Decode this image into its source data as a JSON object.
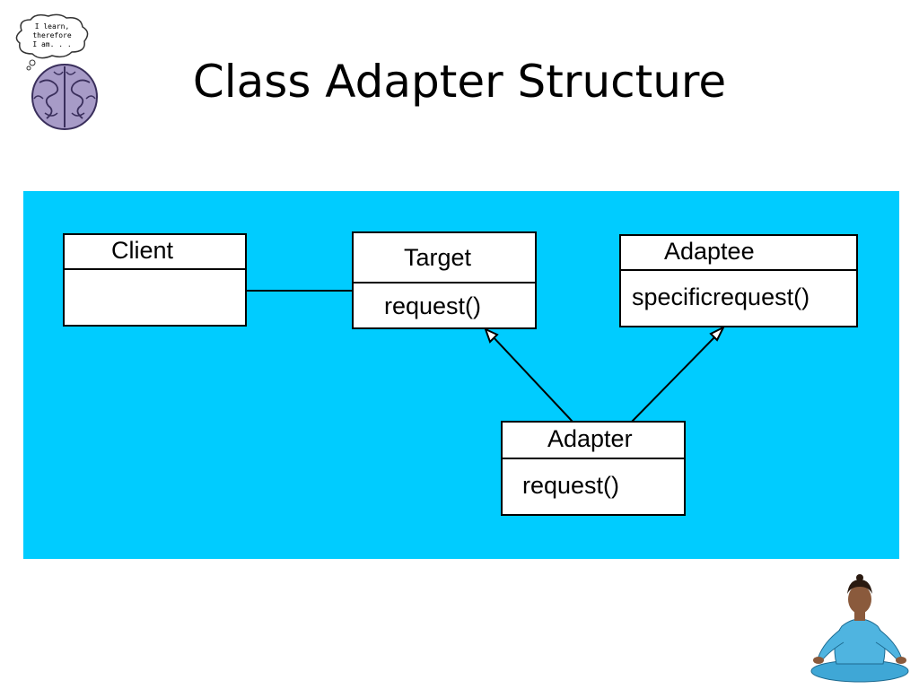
{
  "slide": {
    "title": "Class Adapter Structure",
    "logo_text": [
      "I learn,",
      "therefore",
      "I am. . ."
    ]
  },
  "diagram": {
    "background_color": "#00ccff",
    "classes": {
      "client": {
        "name": "Client",
        "operation": ""
      },
      "target": {
        "name": "Target",
        "operation": "request()"
      },
      "adaptee": {
        "name": "Adaptee",
        "operation": "specificrequest()"
      },
      "adapter": {
        "name": "Adapter",
        "operation": "request()"
      }
    },
    "relations": [
      {
        "from": "Client",
        "to": "Target",
        "type": "association"
      },
      {
        "from": "Adapter",
        "to": "Target",
        "type": "generalization"
      },
      {
        "from": "Adapter",
        "to": "Adaptee",
        "type": "generalization"
      }
    ]
  }
}
